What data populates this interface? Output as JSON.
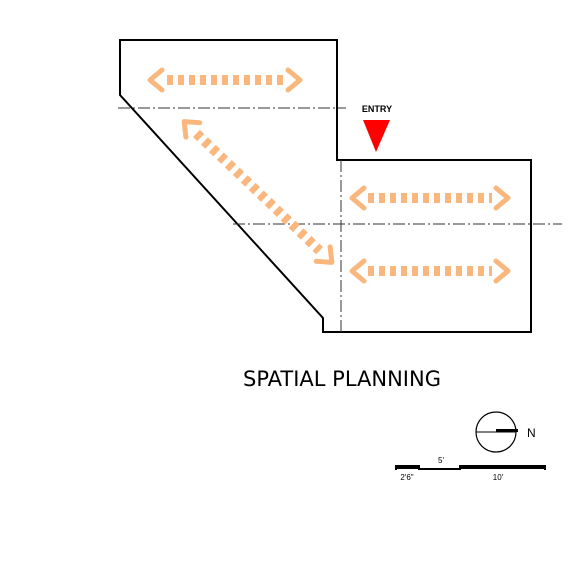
{
  "diagram": {
    "title": "SPATIAL PLANNING",
    "entry_label": "ENTRY",
    "north_label": "N",
    "scale_labels": {
      "quarter": "2'6\"",
      "half": "5'",
      "full": "10'"
    }
  },
  "colors": {
    "circulation_arrow": "#F9B77D",
    "entry_marker": "#FF0000",
    "walls": "#000000"
  },
  "icons": {
    "circulation": "double-headed-dashed-arrow",
    "entry": "downward-triangle",
    "north": "north-arrow-circle"
  }
}
